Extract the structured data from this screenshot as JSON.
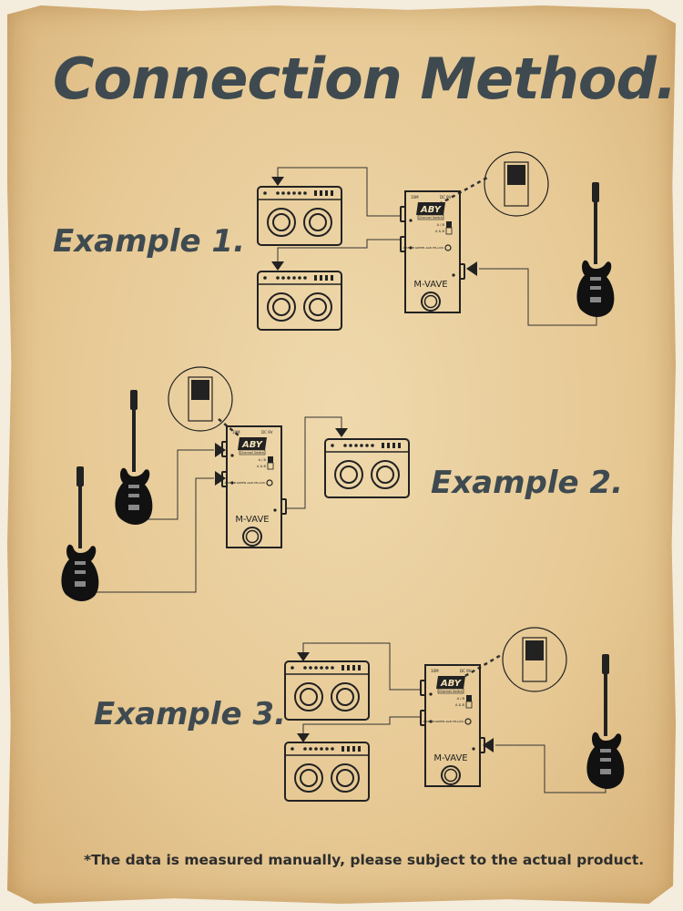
{
  "title": "Connection Method.",
  "examples": [
    {
      "label": "Example 1."
    },
    {
      "label": "Example 2."
    },
    {
      "label": "Example 3."
    }
  ],
  "pedal": {
    "logo": "ABY",
    "subtitle": "Channel Switch",
    "left_jack": "10M",
    "right_jack": "DC 9V",
    "switch_a": "A / B",
    "switch_b": "A & B",
    "led_legend": "A:RED B:GREEN A&B:YELLOW",
    "brand": "M-VAVE"
  },
  "footer": "*The data is measured manually, please subject to the actual product.",
  "colors": {
    "text": "#3e4a50",
    "line": "#222222",
    "paper": "#e6c893"
  }
}
